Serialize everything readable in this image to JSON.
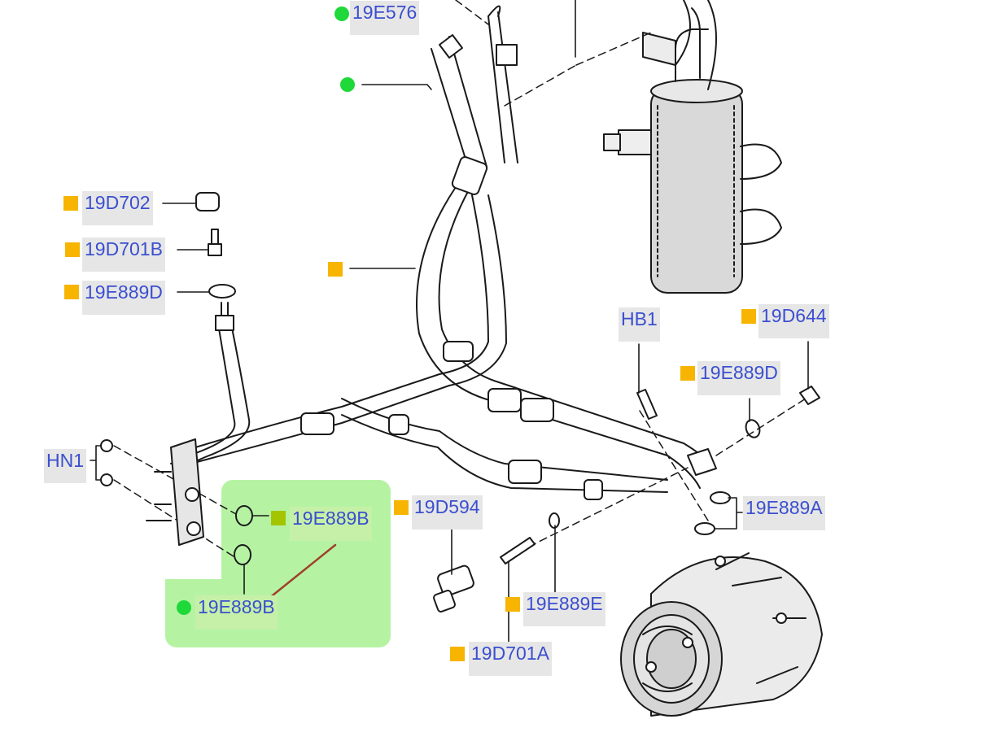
{
  "labels": {
    "e576": "19E576",
    "d702": "19D702",
    "d701b": "19D701B",
    "e889d_left": "19E889D",
    "hb1": "HB1",
    "d644": "19D644",
    "e889d_right": "19E889D",
    "hn1": "HN1",
    "e889b_top": "19E889B",
    "e889b_bottom": "19E889B",
    "d594": "19D594",
    "e889a": "19E889A",
    "e889e": "19E889E",
    "d701a": "19D701A"
  },
  "colors": {
    "label_text": "#3b4fcf",
    "label_bg": "#e6e6e6",
    "marker_square": "#f7b400",
    "marker_dot": "#1fd83a",
    "highlight": "#b5f3a3",
    "leader_active": "#a0402a",
    "line_art": "#1a1a1a",
    "part_fill": "#d9d9d9"
  },
  "icons": {
    "square_marker": "orange-square-marker-icon",
    "dot_marker": "green-dot-marker-icon"
  }
}
